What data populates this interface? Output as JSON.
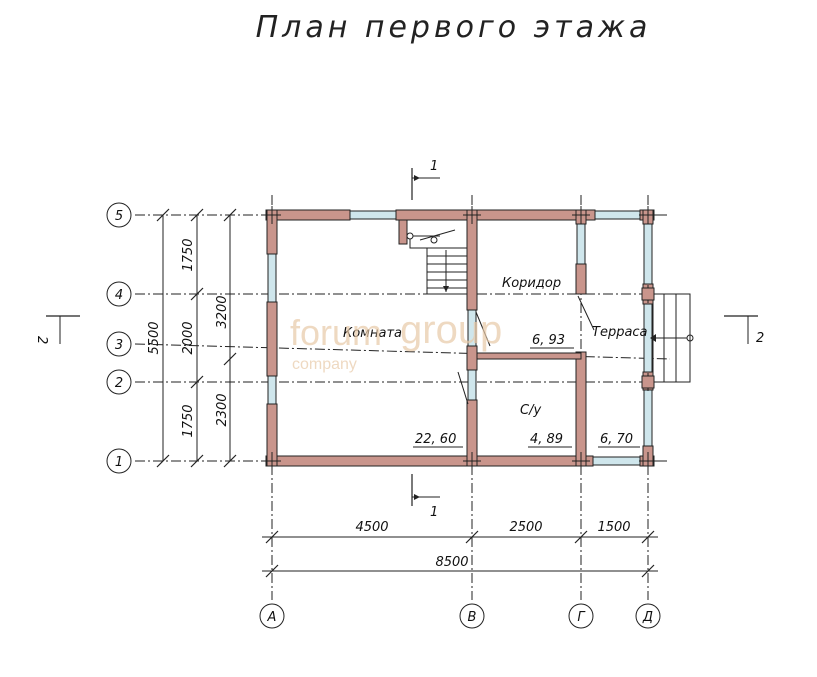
{
  "title": "План первого этажа",
  "watermark": {
    "brand_a": "forum",
    "brand_b": "group",
    "company": "company"
  },
  "section": {
    "top": "1",
    "bottom": "1",
    "left": "2",
    "right": "2"
  },
  "axes": {
    "horizontal": [
      "1",
      "2",
      "3",
      "4",
      "5"
    ],
    "vertical": [
      "А",
      "В",
      "Г",
      "Д"
    ]
  },
  "rooms": {
    "room_name": "Комната",
    "corridor_name": "Коридор",
    "terrace_name": "Терраса",
    "bathroom_name": "С/у",
    "room_area": "22, 60",
    "corridor_area": "6, 93",
    "bathroom_area": "4, 89",
    "terrace_area": "6, 70"
  },
  "dimensions": {
    "left": {
      "total": "5500",
      "d1": "1750",
      "d2": "2000",
      "d3": "1750",
      "e1": "3200",
      "e2": "2300"
    },
    "bottom": {
      "d1": "4500",
      "d2": "2500",
      "d3": "1500",
      "total": "8500"
    }
  }
}
